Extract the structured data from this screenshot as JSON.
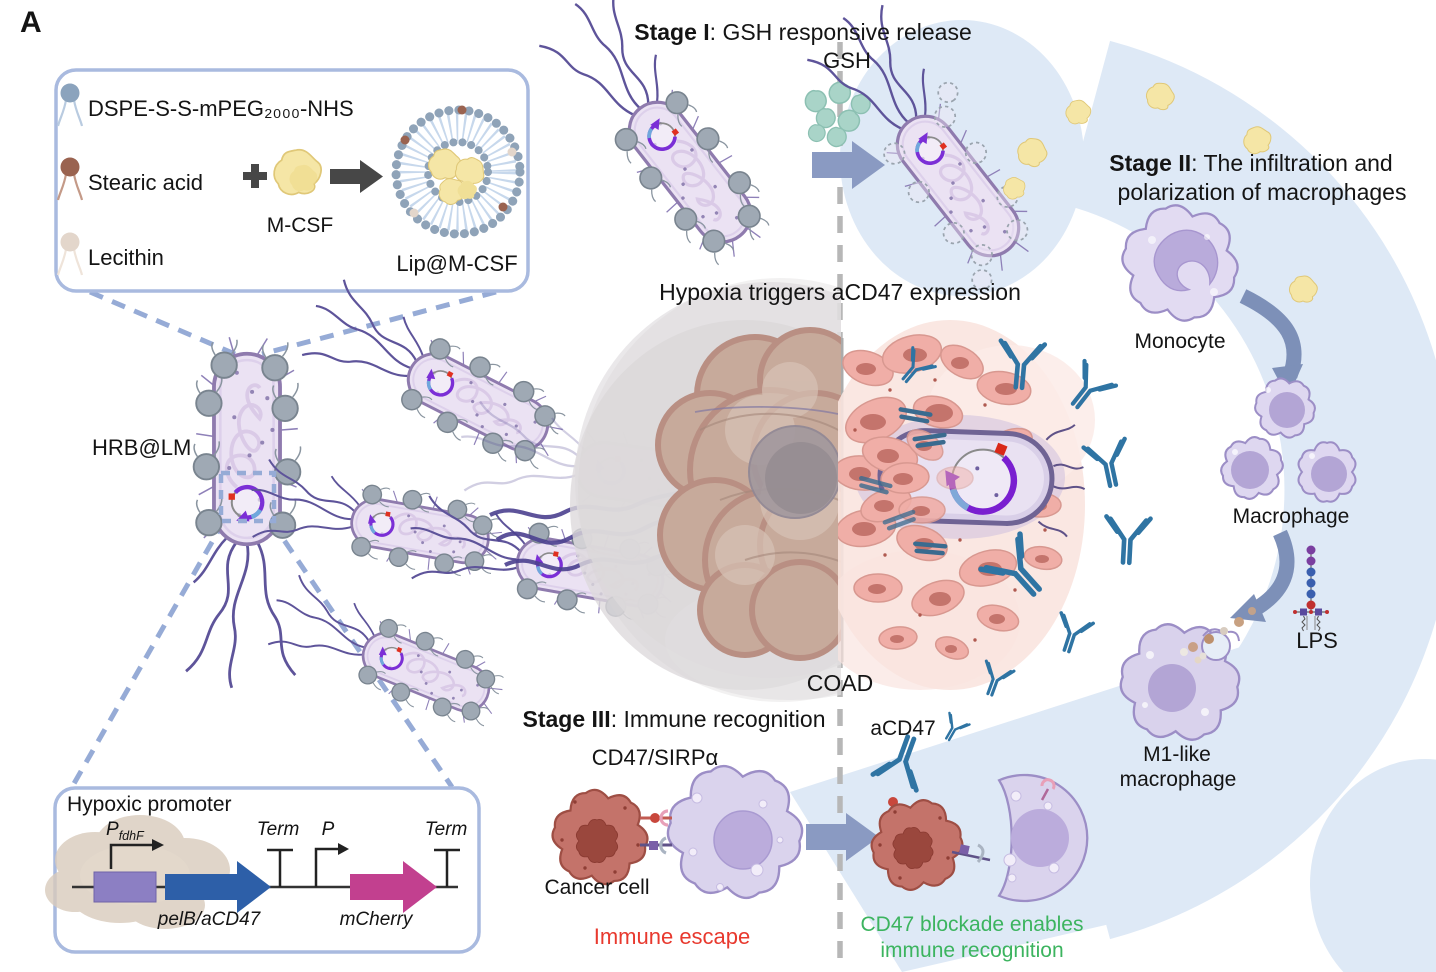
{
  "panel_label": "A",
  "colors": {
    "flow_arrow_bg": "#DEE9F6",
    "antibody_blue": "#2F74A3",
    "escape_red": "#E8392E",
    "blockade_green": "#3CB45F",
    "gsh_teal": "#A9D4C8",
    "mcsf_yellow": "#F5E6A6",
    "box_border_blue": "#A9BADF",
    "gene_arrow_blue": "#2D5FA8",
    "gene_arrow_magenta": "#C2408F",
    "promoter_box_purple": "#8C7FC3",
    "tumor_brown": "#BC9480",
    "tumor_cell_pink": "#F0AEA7",
    "cancer_cell_red": "#C4736A",
    "macrophage_purple": "#DAD3ED",
    "bacterium_purple": "#EBE2F3",
    "liposome_gray": "#9FA9B4"
  },
  "liposome_box": {
    "components": [
      {
        "label": "DSPE-S-S-mPEG₂₀₀₀-NHS"
      },
      {
        "label": "Stearic acid"
      },
      {
        "label": "Lecithin"
      }
    ],
    "plus_sign": "+",
    "protein_label": "M-CSF",
    "product_label": "Lip@M-CSF"
  },
  "hrb_label": "HRB@LM",
  "stage1": {
    "title_bold": "Stage I",
    "title_rest": ": GSH responsive release",
    "gsh_label": "GSH"
  },
  "stage2": {
    "title_bold": "Stage II",
    "title_rest": ": The infiltration and",
    "title_line2": "polarization of macrophages",
    "monocyte_label": "Monocyte",
    "macrophage_label": "Macrophage",
    "lps_label": "LPS",
    "m1_label_line1": "M1-like",
    "m1_label_line2": "macrophage"
  },
  "center": {
    "hypoxia_text": "Hypoxia triggers aCD47 expression",
    "tumor_label": "COAD"
  },
  "stage3": {
    "title_bold": "Stage III",
    "title_rest": ": Immune recognition",
    "receptor_label": "CD47/SIRPα",
    "cancer_cell_label": "Cancer cell",
    "escape_label": "Immune escape",
    "acd47_label": "aCD47",
    "blockade_line1": "CD47 blockade enables",
    "blockade_line2": "immune recognition"
  },
  "gene_circuit": {
    "title": "Hypoxic promoter",
    "promoter1_main": "P",
    "promoter1_sub": "fdhF",
    "terminator1": "Term",
    "promoter2": "P",
    "terminator2": "Term",
    "gene1": "pelB/aCD47",
    "gene2": "mCherry"
  }
}
